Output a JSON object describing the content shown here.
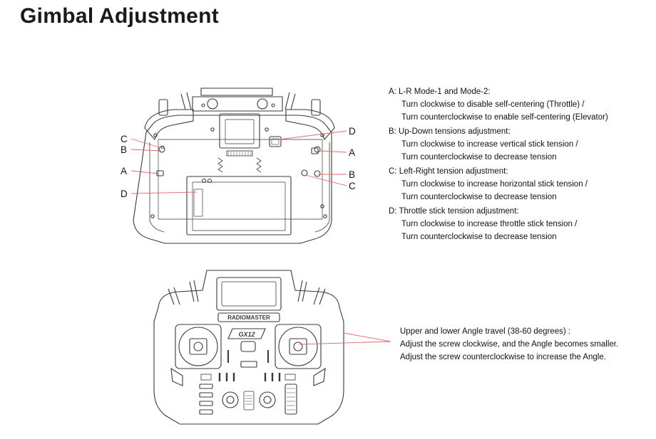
{
  "title": "Gimbal Adjustment",
  "back_view": {
    "callouts_left": [
      "C",
      "B",
      "A",
      "D"
    ],
    "callouts_right": [
      "D",
      "A",
      "B",
      "C"
    ],
    "descriptions": [
      {
        "key": "A",
        "head": "A:  L-R Mode-1 and Mode-2:",
        "lines": [
          "Turn clockwise to disable self-centering (Throttle) /",
          "Turn counterclockwise to enable self-centering (Elevator)"
        ]
      },
      {
        "key": "B",
        "head": "B:  Up-Down tensions adjustment:",
        "lines": [
          "Turn clockwise to increase vertical stick tension /",
          "Turn counterclockwise to decrease tension"
        ]
      },
      {
        "key": "C",
        "head": "C:  Left-Right tension adjustment:",
        "lines": [
          "Turn clockwise to increase horizontal stick tension /",
          "Turn counterclockwise to decrease tension"
        ]
      },
      {
        "key": "D",
        "head": "D:  Throttle stick tension adjustment:",
        "lines": [
          "Turn clockwise to increase throttle stick tension /",
          "Turn counterclockwise to decrease tension"
        ]
      }
    ]
  },
  "front_view": {
    "brand": "RADIOMASTER",
    "model": "GX12",
    "angle_note": [
      "Upper and lower Angle travel (38-60 degrees) :",
      "Adjust the screw clockwise, and the Angle becomes smaller.",
      "Adjust the screw counterclockwise to increase the Angle."
    ]
  },
  "colors": {
    "leader_line": "#e06a6a",
    "outline": "#3a3a3a",
    "text": "#111111"
  }
}
